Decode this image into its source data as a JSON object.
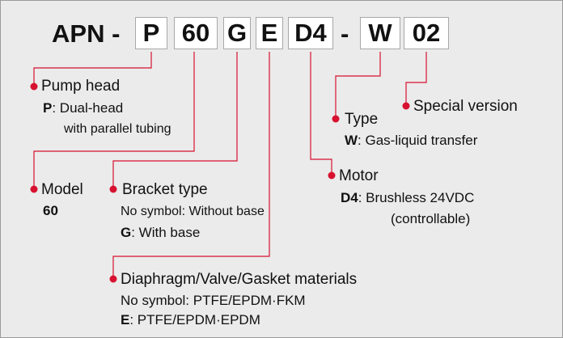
{
  "code": {
    "prefix": "APN -",
    "p": "P",
    "model": "60",
    "g": "G",
    "e": "E",
    "d4": "D4",
    "dash": "-",
    "w": "W",
    "v02": "02"
  },
  "pump_head": {
    "label": "Pump head",
    "key": "P",
    "desc": ": Dual-head",
    "desc2": "with parallel tubing"
  },
  "model": {
    "label": "Model",
    "value": "60"
  },
  "bracket": {
    "label": "Bracket type",
    "line1": "No symbol: Without base",
    "key": "G",
    "desc": ": With base"
  },
  "materials": {
    "label": "Diaphragm/Valve/Gasket materials",
    "line1": "No symbol: PTFE/EPDM·FKM",
    "key": "E",
    "desc": ": PTFE/EPDM·EPDM"
  },
  "motor": {
    "label": "Motor",
    "key": "D4",
    "desc": ": Brushless 24VDC",
    "desc2": "(controllable)"
  },
  "type": {
    "label": "Type",
    "key": "W",
    "desc": ": Gas-liquid transfer"
  },
  "special": {
    "label": "Special version"
  },
  "colors": {
    "leader": "#d7112f",
    "box_border": "#a8a8a8",
    "background": "#ebebeb"
  }
}
